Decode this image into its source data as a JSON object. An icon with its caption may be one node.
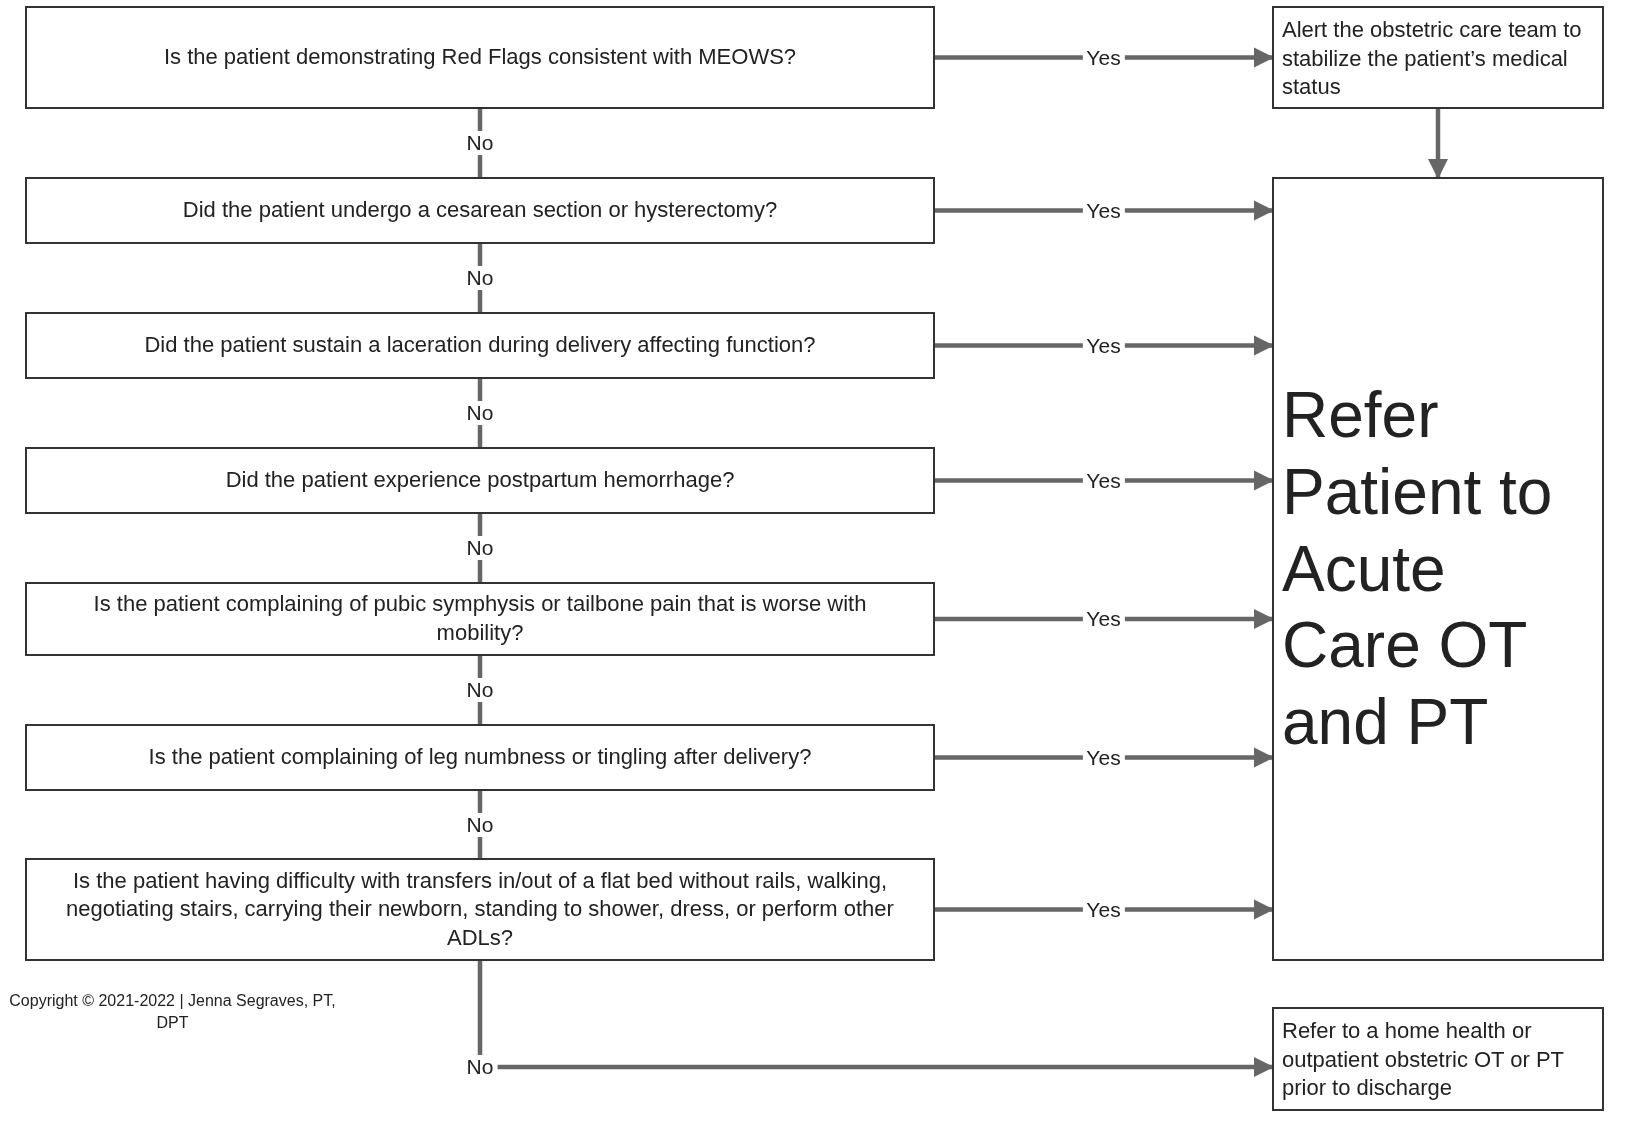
{
  "diagram": {
    "nodes": [
      {
        "text": [
          "Is the patient demonstrating Red Flags consistent with MEOWS?"
        ]
      },
      {
        "text": [
          "Did the patient undergo a cesarean section or hysterectomy?"
        ]
      },
      {
        "text": [
          "Did the patient sustain a laceration during delivery affecting function?"
        ]
      },
      {
        "text": [
          "Did the patient experience postpartum hemorrhage?"
        ]
      },
      {
        "text": [
          "Is the patient complaining of pubic symphysis or tailbone pain that is worse with mobility?"
        ]
      },
      {
        "text": [
          "Is the patient complaining of leg numbness or tingling after delivery?"
        ]
      },
      {
        "text": [
          "Is the patient having difficulty with transfers in/out of a flat bed without rails, walking, negotiating stairs, carrying their newborn, standing to shower, dress, or perform other ADLs?"
        ]
      },
      {
        "text": [
          "Alert the obstetric care team to stabilize the patient’s medical status"
        ]
      },
      {
        "text": [
          "Refer Patient to Acute Care OT and PT"
        ]
      },
      {
        "text": [
          "Refer to a home health or outpatient obstetric OT or PT prior to discharge"
        ]
      }
    ],
    "edges": [
      {
        "from": 0,
        "to": 7,
        "arrow": "to",
        "label": "Yes"
      },
      {
        "from": 0,
        "to": 1,
        "arrow": "none",
        "label": "No"
      },
      {
        "from": 7,
        "to": 8,
        "arrow": "to"
      },
      {
        "from": 1,
        "to": 8,
        "arrow": "to",
        "label": "Yes"
      },
      {
        "from": 1,
        "to": 2,
        "arrow": "none",
        "label": "No"
      },
      {
        "from": 2,
        "to": 8,
        "arrow": "to",
        "label": "Yes"
      },
      {
        "from": 2,
        "to": 3,
        "arrow": "none",
        "label": "No"
      },
      {
        "from": 3,
        "to": 8,
        "arrow": "to",
        "label": "Yes"
      },
      {
        "from": 3,
        "to": 4,
        "arrow": "none",
        "label": "No"
      },
      {
        "from": 4,
        "to": 8,
        "arrow": "to",
        "label": "Yes"
      },
      {
        "from": 4,
        "to": 5,
        "arrow": "none",
        "label": "No"
      },
      {
        "from": 5,
        "to": 8,
        "arrow": "to",
        "label": "Yes"
      },
      {
        "from": 5,
        "to": 6,
        "arrow": "none",
        "label": "No"
      },
      {
        "from": 6,
        "to": 8,
        "arrow": "to",
        "label": "Yes"
      },
      {
        "from": 6,
        "to": 9,
        "arrow": "to",
        "label": "No"
      }
    ],
    "labels": [
      "Copyright © 2021-2022 | Jenna Segraves, PT, DPT"
    ]
  }
}
